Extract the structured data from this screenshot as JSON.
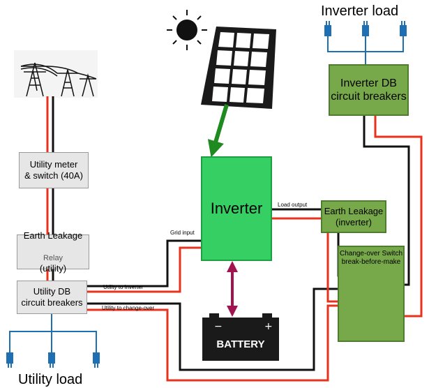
{
  "titles": {
    "inverter_load": "Inverter load",
    "utility_load": "Utility load"
  },
  "boxes": {
    "utility_meter": "Utility meter\n& switch (40A)",
    "earth_leakage_utility_line1": "Earth Leakage",
    "earth_leakage_utility_relay": "Relay",
    "earth_leakage_utility_line2": "(utility)",
    "utility_db": "Utility DB\ncircuit breakers",
    "inverter": "Inverter",
    "earth_leakage_inverter": "Earth Leakage\n(inverter)",
    "inverter_db": "Inverter DB\ncircuit breakers",
    "changeover": "Change-over Switch\nbreak-before-make",
    "battery": "BATTERY"
  },
  "wire_labels": {
    "grid_input": "Grid input",
    "load_output": "Load output",
    "utility_to_inverter": "Utility to inverter",
    "utility_to_changeover": "Utility to change-over"
  },
  "icons": [
    "sun-icon",
    "solar-panel-icon",
    "power-pylons-icon",
    "plug-icon",
    "battery-icon"
  ],
  "colors": {
    "live_wire": "#e8321e",
    "neutral_wire": "#111111",
    "load_wire": "#1f6fb3",
    "solar_arrow": "#1f8a1f",
    "battery_arrow": "#a0154f",
    "inverter_fill": "#35cf63",
    "db_fill": "#77a84a",
    "box_fill": "#e6e6e6"
  }
}
